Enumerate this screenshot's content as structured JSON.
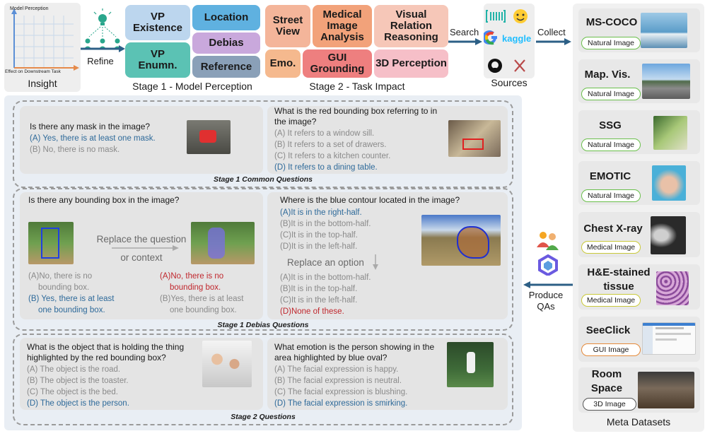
{
  "insight": {
    "y_label": "Model Perception",
    "x_label": "Effect on Downstream Task",
    "caption": "Insight"
  },
  "refine_label": "Refine",
  "stage1": {
    "chips": [
      "VP Existence",
      "Location",
      "Debias",
      "VP Enumn.",
      "Reference"
    ],
    "caption": "Stage 1 - Model Perception"
  },
  "stage2": {
    "chips": [
      "Street View",
      "Medical Image Analysis",
      "Visual Relation Reasoning",
      "Emo.",
      "GUI Grounding",
      "3D Perception"
    ],
    "caption": "Stage 2 - Task Impact"
  },
  "search_label": "Search",
  "sources_label": "Sources",
  "collect_label": "Collect",
  "produce_label": "Produce QAs",
  "meta": {
    "caption": "Meta Datasets",
    "items": [
      {
        "name": "MS-COCO",
        "tag": "Natural Image"
      },
      {
        "name": "Map. Vis.",
        "tag": "Natural Image"
      },
      {
        "name": "SSG",
        "tag": "Natural Image"
      },
      {
        "name": "EMOTIC",
        "tag": "Natural Image"
      },
      {
        "name": "Chest X-ray",
        "tag": "Medical Image"
      },
      {
        "name": "H&E-stained tissue",
        "tag": "Medical Image"
      },
      {
        "name": "SeeClick",
        "tag": "GUI Image"
      },
      {
        "name": "Room Space",
        "tag": "3D Image"
      }
    ],
    "colors": {
      "natural": "#6abf4b",
      "medical": "#c9c93a",
      "gui": "#e58a3a",
      "3d": "#555555"
    }
  },
  "common": {
    "title": "Stage 1 Common Questions",
    "q1": "Is there any mask in the image?",
    "q1_opts": [
      "(A) Yes, there is at least one mask.",
      "(B) No, there is no mask."
    ],
    "q2": "What is the red bounding box referring to in the image?",
    "q2_opts": [
      "(A)  It refers to a window sill.",
      "(B)  It refers to a set of drawers.",
      "(C)  It refers to a kitchen counter.",
      "(D)  It refers to a dining table."
    ]
  },
  "debias": {
    "title": "Stage 1 Debias Questions",
    "q1": "Is there any bounding box in the image?",
    "replace_q": "Replace the question or context",
    "left_opts": [
      "(A)No, there is no",
      "bounding box.",
      "(B) Yes, there is at least",
      "one bounding box."
    ],
    "right_opts": [
      "(A)No, there is no",
      "bounding box.",
      "(B)Yes, there is at least",
      "one bounding box."
    ],
    "q2": "Where is the blue contour located in the image?",
    "q2_opts": [
      "(A)It is in the right-half.",
      "(B)It is in the bottom-half.",
      "(C)It is in the top-half.",
      "(D)It is in the left-half."
    ],
    "replace_opt": "Replace an option",
    "q2_new_opts": [
      "(A)It is in the bottom-half.",
      "(B)It is in the top-half.",
      "(C)It is in the left-half.",
      "(D)None of these."
    ]
  },
  "stage2q": {
    "title": "Stage 2  Questions",
    "q1": "What is the object that is holding the thing highlighted by the red bounding box?",
    "q1_opts": [
      "(A)  The object is the road.",
      "(B)  The object is the toaster.",
      "(C)  The object is the bed.",
      "(D)  The object is the person."
    ],
    "q2": "What emotion is the person showing in the area highlighted by blue oval?",
    "q2_opts": [
      "(A)  The facial expression is happy.",
      "(B)  The facial expression is neutral.",
      "(C)  The facial expression is blushing.",
      "(D)  The facial expression is smirking."
    ]
  }
}
